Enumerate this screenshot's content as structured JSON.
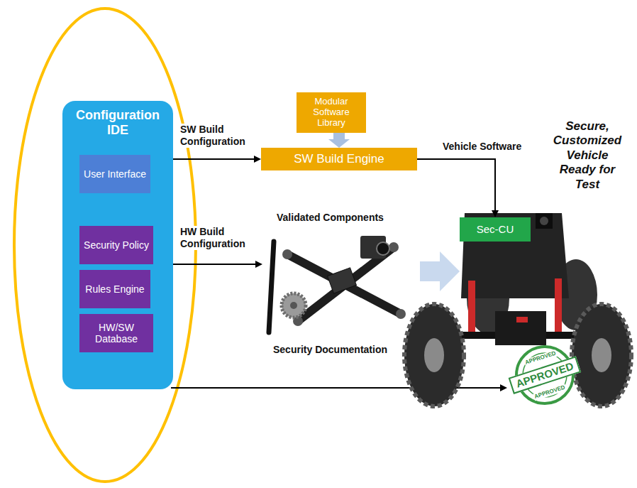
{
  "diagram": {
    "nodes": [
      {
        "text": [
          "Configuration IDE"
        ]
      },
      {
        "text": [
          "User Interface"
        ],
        "in": 0
      },
      {
        "text": [
          "Security Policy"
        ],
        "in": 0
      },
      {
        "text": [
          "Rules Engine"
        ],
        "in": 0
      },
      {
        "text": [
          "HW/SW Database"
        ],
        "in": 0
      },
      {
        "text": [
          "Modular Software Library"
        ]
      },
      {
        "text": [
          "SW Build Engine"
        ]
      },
      {
        "text": [
          "Sec-CU"
        ]
      }
    ],
    "edges": [
      {
        "from": 0,
        "to": 6,
        "arrow": "to",
        "label": "SW Build Configuration"
      },
      {
        "from": 5,
        "to": 6,
        "arrow": "to"
      },
      {
        "from": 6,
        "to": 7,
        "arrow": "to",
        "label": "Vehicle Software"
      }
    ],
    "labels": [
      "HW Build Configuration",
      "Validated Components",
      "Security Documentation",
      "Secure, Customized Vehicle Ready for Test",
      "APPROVED",
      "APPROVED",
      "APPROVED"
    ]
  }
}
